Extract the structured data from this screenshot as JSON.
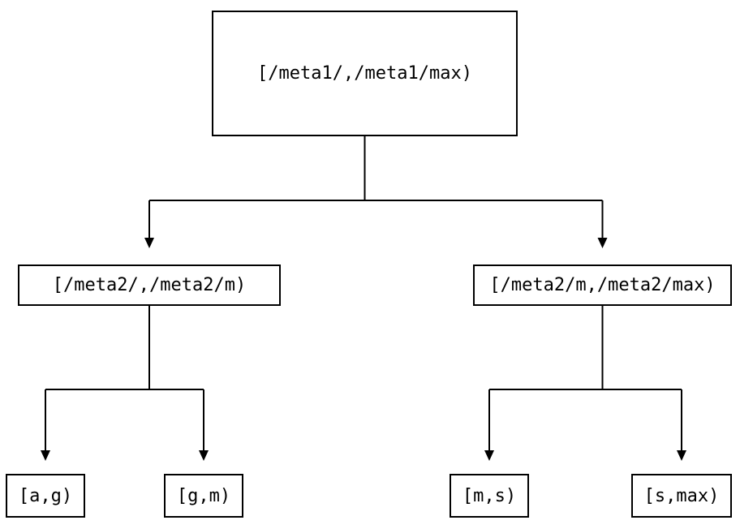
{
  "diagram": {
    "kind": "tree",
    "colors": {
      "background": "#ffffff",
      "line": "#000000",
      "box_border": "#000000",
      "text": "#000000"
    },
    "tree": {
      "label": "[/meta1/,/meta1/max)",
      "children": [
        {
          "label": "[/meta2/,/meta2/m)",
          "children": [
            {
              "label": "[a,g)"
            },
            {
              "label": "[g,m)"
            }
          ]
        },
        {
          "label": "[/meta2/m,/meta2/max)",
          "children": [
            {
              "label": "[m,s)"
            },
            {
              "label": "[s,max)"
            }
          ]
        }
      ]
    }
  }
}
